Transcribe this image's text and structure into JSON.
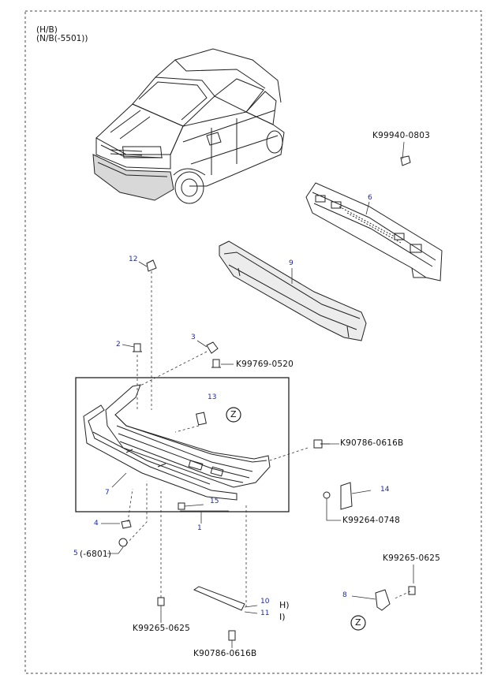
{
  "header": {
    "line1": "(H/B)",
    "line2": "(N/B(-5501))"
  },
  "callouts": {
    "n1": "1",
    "n2": "2",
    "n3": "3",
    "n4": "4",
    "n5": "5",
    "n6": "6",
    "n7": "7",
    "n8": "8",
    "n9": "9",
    "n10": "10",
    "n11": "11",
    "n12": "12",
    "n13": "13",
    "n14": "14",
    "n15": "15"
  },
  "parts": {
    "p_0803": "K99940-0803",
    "p_0520": "K99769-0520",
    "p_0616b_a": "K90786-0616B",
    "p_0748": "K99264-0748",
    "p_0625_a": "K99265-0625",
    "p_0625_b": "K99265-0625",
    "p_0616b_b": "K90786-0616B"
  },
  "notes": {
    "range_6801": "(-6801)",
    "suffix_h": "H)",
    "suffix_i": "I)"
  },
  "markers": {
    "z1": "Z",
    "z2": "Z"
  }
}
